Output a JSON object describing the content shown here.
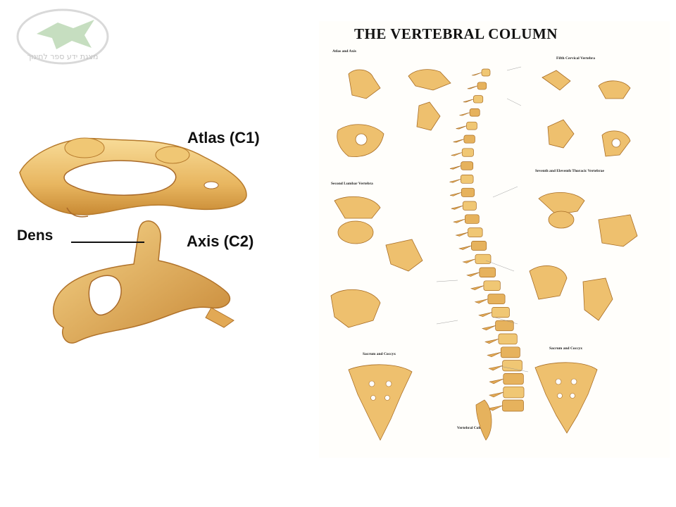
{
  "logo": {
    "text": "מצגת ידע ספר לחינוך"
  },
  "left_panel": {
    "atlas_label": "Atlas (C1)",
    "axis_label": "Axis (C2)",
    "dens_label": "Dens"
  },
  "poster": {
    "title": "THE VERTEBRAL COLUMN",
    "sections": {
      "atlas_axis": "Atlas and Axis",
      "fifth_cervical": "Fifth Cervical Vertebra",
      "seventh_eleventh_thoracic": "Seventh and Eleventh Thoracic Vertebrae",
      "second_lumbar": "Second Lumbar Vertebra",
      "sacrum_coccyx_dorsal": "Sacrum and Coccyx",
      "sacrum_coccyx_pelvic": "Sacrum and Coccyx",
      "vertebral_column": "Vertebral Column"
    }
  },
  "colors": {
    "bone_light": "#f2cf82",
    "bone_mid": "#e0a94b",
    "bone_dark": "#b87a2a",
    "logo_green": "#7fae72"
  }
}
